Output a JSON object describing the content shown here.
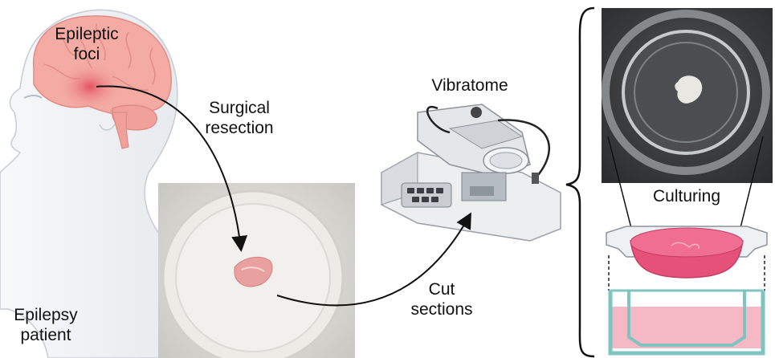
{
  "labels": {
    "epileptic_foci": [
      "Epileptic",
      "foci"
    ],
    "surgical_resection": [
      "Surgical",
      "resection"
    ],
    "vibratome": "Vibratome",
    "culturing": "Culturing",
    "cut_sections": [
      "Cut",
      "sections"
    ],
    "epilepsy_patient": [
      "Epilepsy",
      "patient"
    ]
  },
  "colors": {
    "brain": "#f2a7a0",
    "brain_focus": "#e8606a",
    "head_outline": "#b8c2cc",
    "tissue": "#e9a0a0",
    "culture_medium": "#e6517a",
    "well_medium": "#f4b9c5",
    "well_outline": "#7fc4c0",
    "arrow": "#111111"
  },
  "icons": {
    "patient": "human-head-profile-icon",
    "brain": "brain-icon",
    "vibratome": "vibratome-machine-icon",
    "culture_insert": "culture-insert-icon",
    "well": "culture-well-icon"
  }
}
